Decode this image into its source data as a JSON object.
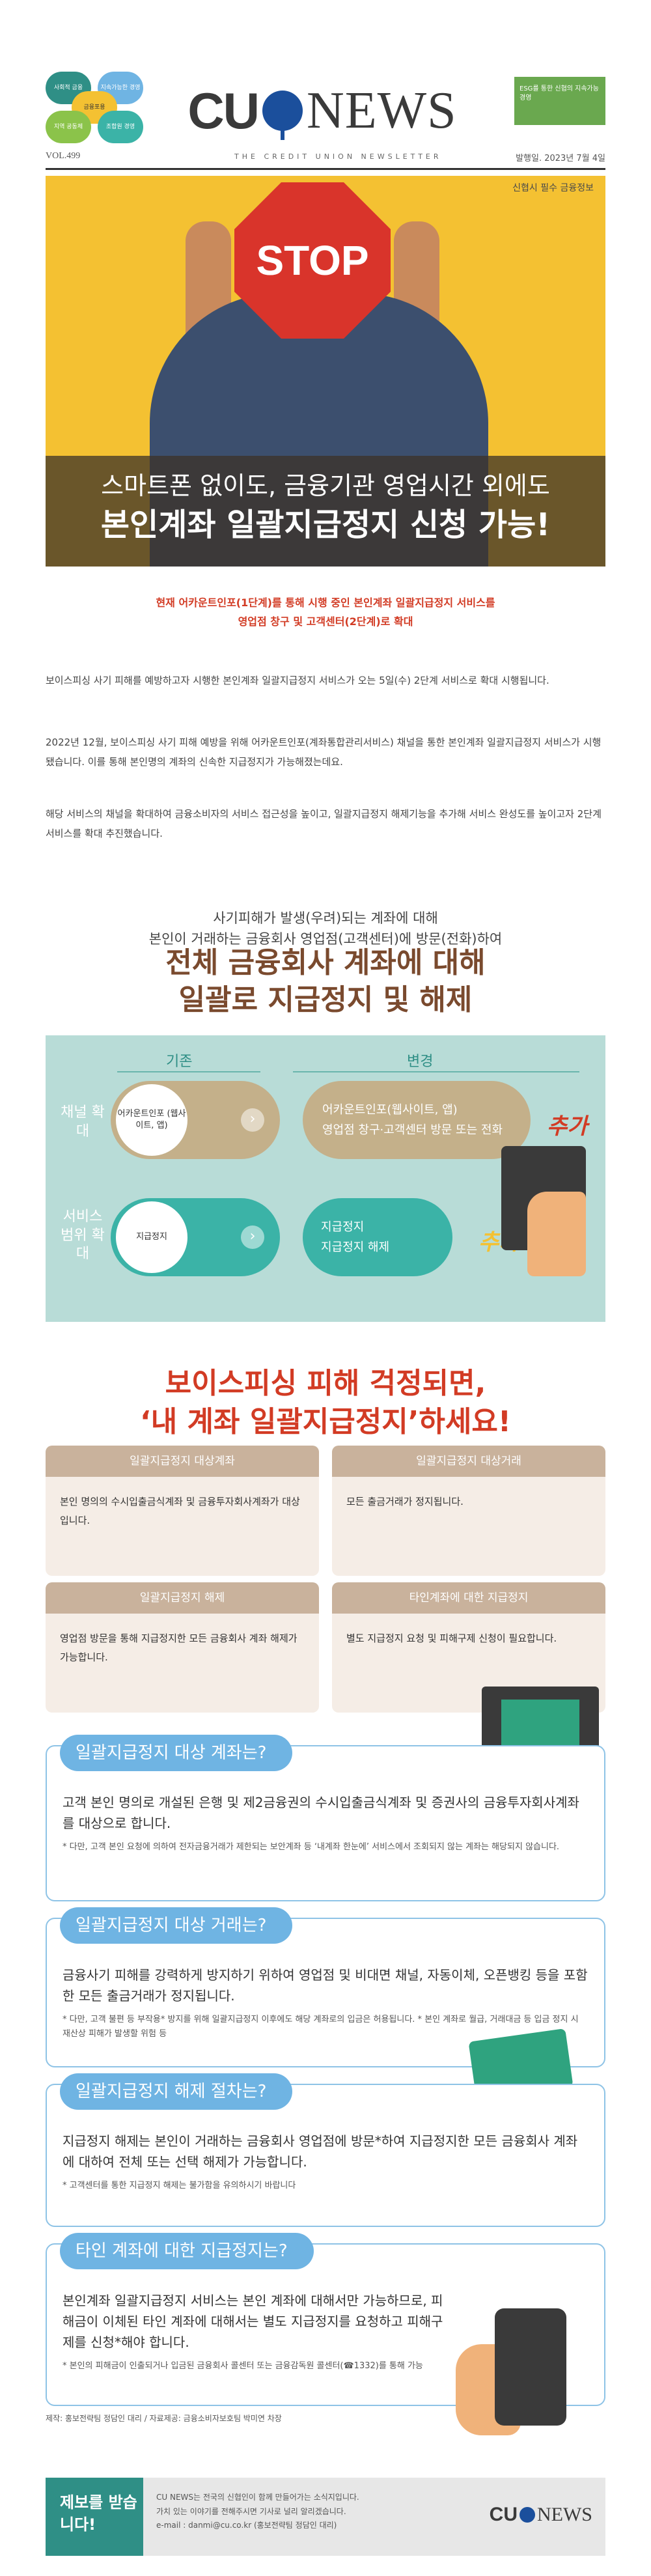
{
  "header": {
    "badges": [
      {
        "text": "사회적 금융",
        "color": "#2f8f86"
      },
      {
        "text": "지속가능한 경영",
        "color": "#6fb4e3"
      },
      {
        "text": "금융포용",
        "color": "#f4c132"
      },
      {
        "text": "지역 공동체",
        "color": "#8bc34a"
      },
      {
        "text": "조합원 경영",
        "color": "#3bb3a7"
      }
    ],
    "logo_left": "CU",
    "logo_right": "NEWS",
    "sticker": "ESG를 통한 신협의 지속가능 경영",
    "vol": "VOL.499",
    "tagline": "THE CREDIT UNION NEWSLETTER",
    "date": "발행일. 2023년 7월 4일"
  },
  "hero": {
    "series": "신협시 필수 금융정보",
    "sign": "STOP",
    "caption_line1": "스마트폰 없이도, 금융기관 영업시간 외에도",
    "caption_line2": "본인계좌 일괄지급정지 신청 가능!"
  },
  "intro": {
    "highlight1": "현재 어카운트인포(1단계)를 통해 시행 중인 본인계좌 일괄지급정지 서비스를",
    "highlight2": "영업점 창구 및 고객센터(2단계)로 확대",
    "p1": "보이스피싱 사기 피해를 예방하고자 시행한 본인계좌 일괄지급정지 서비스가 오는 5일(수) 2단계 서비스로 확대 시행됩니다.",
    "p2": "2022년 12월, 보이스피싱 사기 피해 예방을 위해 어카운트인포(계좌통합관리서비스) 채널을 통한 본인계좌 일괄지급정지 서비스가 시행됐습니다. 이를 통해 본인명의 계좌의 신속한 지급정지가 가능해졌는데요.",
    "p3": "해당 서비스의 채널을 확대하여 금융소비자의 서비스 접근성을 높이고, 일괄지급정지 해제기능을 추가해 서비스 완성도를 높이고자 2단계 서비스를 확대 추진했습니다."
  },
  "section1": {
    "pre1": "사기피해가 발생(우려)되는 계좌에 대해",
    "pre2": "본인이 거래하는 금융회사 영업점(고객센터)에 방문(전화)하여",
    "title1": "전체 금융회사 계좌에 대해",
    "title2": "일괄로 지급정지 및 해제",
    "col_old": "기존",
    "col_new": "변경",
    "row1_label": "채널 확대",
    "row2_label": "서비스 범위 확대",
    "row1_old": "어카운트인포 (웹사이트, 앱)",
    "row2_old": "지급정지",
    "row1_new_a": "어카운트인포(웹사이트, 앱)",
    "row1_new_b": "영업점 창구·고객센터 방문 또는 전화",
    "row2_new_a": "지급정지",
    "row2_new_b": "지급정지 해제",
    "plus": "추가"
  },
  "section2": {
    "title1": "보이스피싱 피해 걱정되면,",
    "title2": "‘내 계좌 일괄지급정지’하세요!",
    "cards": [
      {
        "head": "일괄지급정지 대상계좌",
        "body": "본인 명의의 수시입출금식계좌 및 금융투자회사계좌가 대상입니다."
      },
      {
        "head": "일괄지급정지 대상거래",
        "body": "모든 출금거래가 정지됩니다."
      },
      {
        "head": "일괄지급정지 해제",
        "body": "영업점 방문을 통해 지급정지한 모든 금융회사 계좌 해제가 가능합니다."
      },
      {
        "head": "타인계좌에 대한 지급정지",
        "body": "별도 지급정지 요청 및 피해구제 신청이 필요합니다."
      }
    ]
  },
  "qa": [
    {
      "q": "일괄지급정지 대상 계좌는?",
      "a": "고객 본인 명의로 개설된 은행 및 제2금융권의 수시입출금식계좌 및 증권사의 금융투자회사계좌를 대상으로 합니다.",
      "note": "* 다만, 고객 본인 요청에 의하여 전자금융거래가 제한되는 보안계좌 등 ‘내계좌 한눈에’ 서비스에서 조회되지 않는 계좌는 해당되지 않습니다."
    },
    {
      "q": "일괄지급정지 대상 거래는?",
      "a": "금융사기 피해를 강력하게 방지하기 위하여 영업점 및 비대면 채널, 자동이체, 오픈뱅킹 등을 포함한 모든 출금거래가 정지됩니다.",
      "note": "* 다만, 고객 불편 등 부작용* 방지를 위해 일괄지급정지 이후에도 해당 계좌로의 입금은 허용됩니다. * 본인 계좌로 월급, 거래대금 등 입금 정지 시 재산상 피해가 발생할 위험 등"
    },
    {
      "q": "일괄지급정지 해제 절차는?",
      "a": "지급정지 해제는 본인이 거래하는 금융회사 영업점에 방문*하여 지급정지한 모든 금융회사 계좌에 대하여 전체 또는 선택 해제가 가능합니다.",
      "note": "* 고객센터를 통한 지급정지 해제는 불가함을 유의하시기 바랍니다"
    },
    {
      "q": "타인 계좌에 대한 지급정지는?",
      "a": "본인계좌 일괄지급정지 서비스는 본인 계좌에 대해서만 가능하므로, 피해금이 이체된 타인 계좌에 대해서는 별도 지급정지를 요청하고 피해구제를 신청*해야 합니다.",
      "note": "* 본인의 피해금이 인출되거나 입금된 금융회사 콜센터 또는 금융감독원 콜센터(☎1332)를 통해 가능"
    }
  ],
  "credit": "제작: 홍보전략팀 정담인 대리 / 자료제공: 금융소비자보호팀 박미연 차장",
  "footer": {
    "badge": "제보를 받습니다!",
    "text1": "CU NEWS는 전국의 신협인이 함께 만들어가는 소식지입니다.",
    "text2": "가치 있는 이야기를 전해주시면 기사로 널리 알리겠습니다.",
    "text3": "e-mail : danmi@cu.co.kr (홍보전략팀 정담인 대리)",
    "logo_left": "CU",
    "logo_right": "NEWS"
  }
}
